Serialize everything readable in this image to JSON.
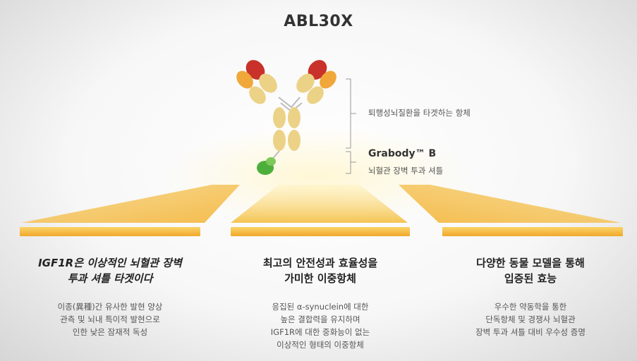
{
  "title": "ABL30X",
  "antibody_label": "퇴행성뇌질환을 타겟하는 항체",
  "grabody": {
    "name": "Grabody™ B",
    "desc": "뇌혈관 장벽 투과 셔틀"
  },
  "columns": [
    {
      "heading": [
        "IGF1R은 이상적인 뇌혈관 장벽",
        "투과 셔틀 타겟이다"
      ],
      "body": [
        "이종(異種)간 유사한 발현 양상",
        "관측 및 뇌내 특이적 발현으로",
        "인한 낮은 잠재적 독성"
      ]
    },
    {
      "heading": [
        "최고의 안전성과 효율성을",
        "가미한 이중항체"
      ],
      "body": [
        "응집된 α-synuclein에 대한",
        "높은 결합력을 유지하며",
        "IGF1R에 대한 중화능이 없는",
        "이상적인 형태의 이중항체"
      ]
    },
    {
      "heading": [
        "다양한 동물 모델을 통해",
        "입증된 효능"
      ],
      "body": [
        "우수한 약동학을 통한",
        "단독항체 및 경쟁사 뇌혈관",
        "장벽 투과 셔틀 대비 우수성 증명"
      ]
    }
  ],
  "colors": {
    "heavy_tip_red": "#c8322a",
    "heavy_orange": "#f0a83a",
    "domain_yellow": "#ecd287",
    "shuttle_green": "#4caf3c",
    "platform_gold": "#f4b53a"
  }
}
